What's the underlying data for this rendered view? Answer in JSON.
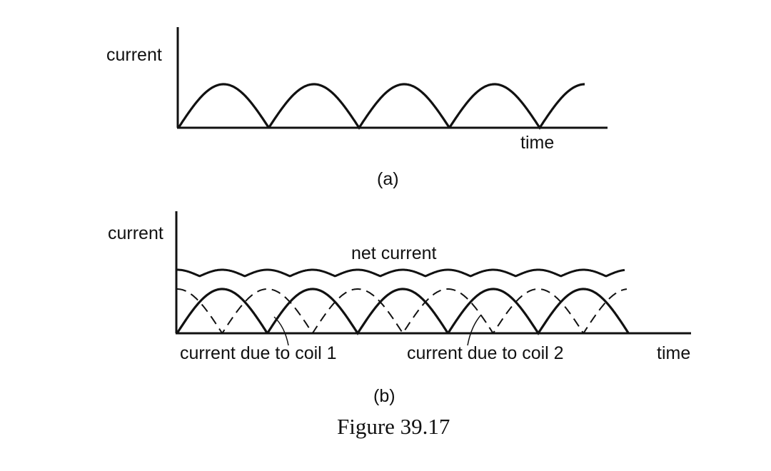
{
  "panel_a": {
    "ylabel": "current",
    "xlabel": "time",
    "sublabel": "(a)"
  },
  "panel_b": {
    "ylabel": "current",
    "xlabel": "time",
    "sublabel": "(b)",
    "net_label": "net current",
    "coil1_label": "current due to coil 1",
    "coil2_label": "current due to coil 2"
  },
  "caption": "Figure 39.17"
}
